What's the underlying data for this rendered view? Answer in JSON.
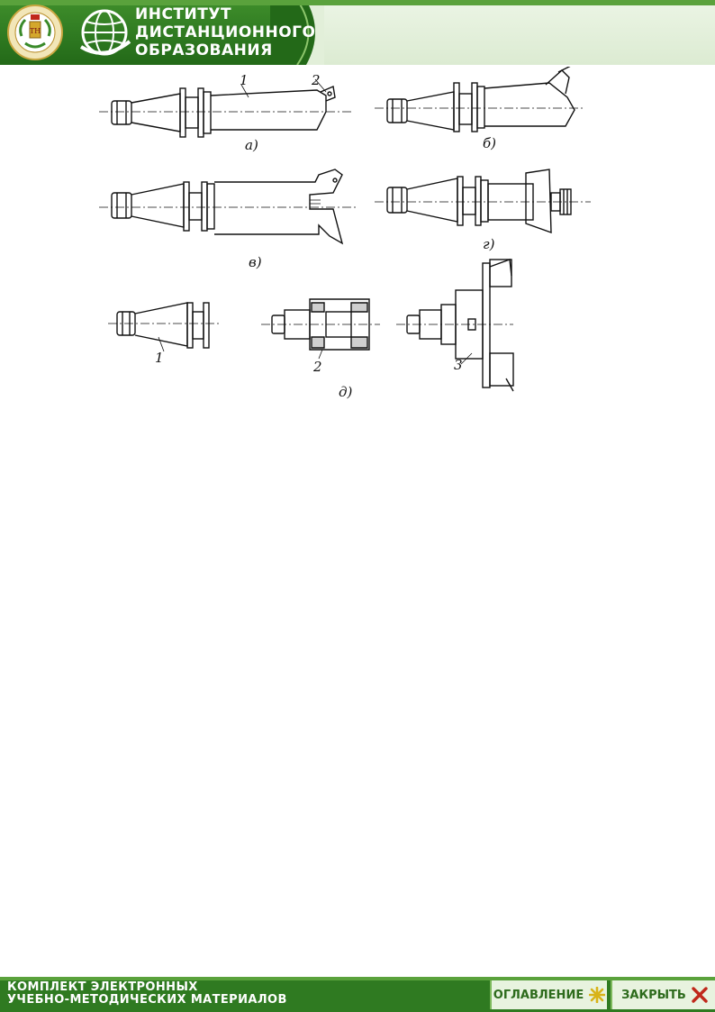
{
  "header": {
    "title_lines": [
      "ИНСТИТУТ",
      "ДИСТАНЦИОННОГО",
      "ОБРАЗОВАНИЯ"
    ],
    "logo_icon": "university-emblem-icon",
    "globe_icon": "globe-icon"
  },
  "figure": {
    "labels": {
      "a": "а)",
      "b": "б)",
      "v": "в)",
      "g": "г)",
      "d": "д)",
      "n1": "1",
      "n2": "2",
      "n1b": "1",
      "n2b": "2",
      "n3": "3"
    }
  },
  "footer": {
    "lines": [
      "КОМПЛЕКТ ЭЛЕКТРОННЫХ",
      "УЧЕБНО-МЕТОДИЧЕСКИХ МАТЕРИАЛОВ"
    ],
    "toc_label": "ОГЛАВЛЕНИЕ",
    "toc_icon": "asterisk-icon",
    "close_label": "ЗАКРЫТЬ",
    "close_icon": "close-icon"
  },
  "colors": {
    "brand_dark": "#2f7a21",
    "brand_light": "#e2efd9",
    "accent": "#5aa23c",
    "close_red": "#c0281b",
    "toc_yellow": "#d8b319"
  }
}
